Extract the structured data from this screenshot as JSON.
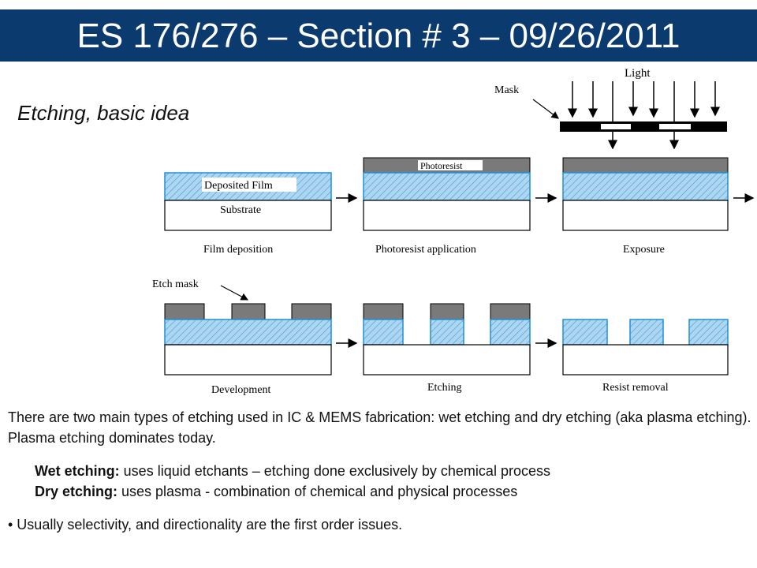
{
  "slide": {
    "title": "ES 176/276 – Section # 3 – 09/26/2011",
    "subtitle": "Etching, basic idea"
  },
  "diagram": {
    "labels": {
      "light": "Light",
      "mask": "Mask",
      "photoresist": "Photoresist",
      "deposited_film": "Deposited Film",
      "substrate": "Substrate",
      "etch_mask": "Etch mask"
    },
    "steps": [
      "Film deposition",
      "Photoresist application",
      "Exposure",
      "Development",
      "Etching",
      "Resist removal"
    ]
  },
  "text": {
    "intro": "There are two main types of etching used in IC & MEMS fabrication: wet etching and dry etching (aka plasma etching).  Plasma etching dominates today.",
    "wet_term": "Wet etching:",
    "wet_desc": " uses liquid etchants – etching done exclusively by chemical process",
    "dry_term": "Dry etching:",
    "dry_desc": " uses plasma - combination of chemical and physical processes",
    "bullet": "• Usually selectivity, and directionality are the first order issues."
  },
  "colors": {
    "title_bg": "#0b3a6f",
    "film_fill": "#a9d8f7",
    "film_border": "#1f8fd6",
    "resist_gray": "#7a7a7a"
  }
}
